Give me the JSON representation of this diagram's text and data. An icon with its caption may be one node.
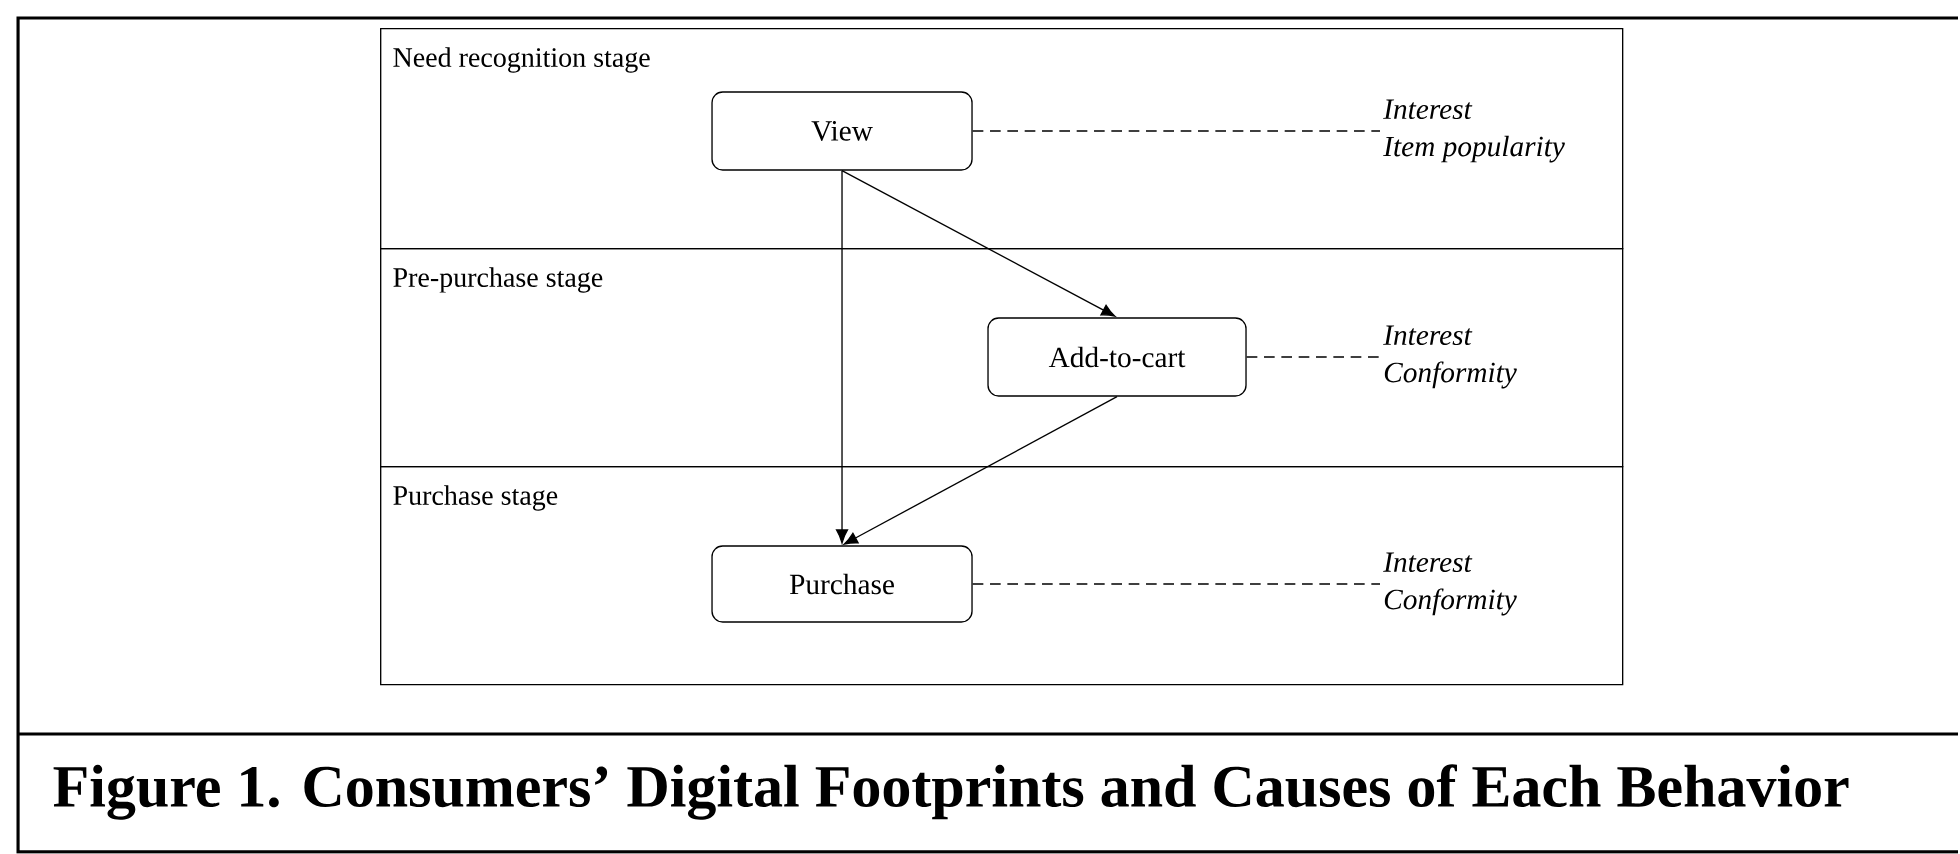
{
  "diagram": {
    "caption": "Figure 1.  Consumers’ Digital Footprints and Causes of Each Behavior",
    "nodes": [
      {
        "text": [
          "Need recognition stage"
        ]
      },
      {
        "text": [
          "View"
        ],
        "in": 0
      },
      {
        "text": [
          "Interest",
          "Item popularity"
        ],
        "in": 0
      },
      {
        "text": [
          "Pre-purchase stage"
        ]
      },
      {
        "text": [
          "Add-to-cart"
        ],
        "in": 3
      },
      {
        "text": [
          "Interest",
          "Conformity"
        ],
        "in": 3
      },
      {
        "text": [
          "Purchase stage"
        ]
      },
      {
        "text": [
          "Purchase"
        ],
        "in": 6
      },
      {
        "text": [
          "Interest",
          "Conformity"
        ],
        "in": 6
      }
    ],
    "edges": [
      {
        "from": 1,
        "to": 4,
        "arrow": "to"
      },
      {
        "from": 1,
        "to": 7,
        "arrow": "to"
      },
      {
        "from": 4,
        "to": 7,
        "arrow": "to"
      },
      {
        "from": 1,
        "to": 2,
        "arrow": "none",
        "style": "dashed"
      },
      {
        "from": 4,
        "to": 5,
        "arrow": "none",
        "style": "dashed"
      },
      {
        "from": 7,
        "to": 8,
        "arrow": "none",
        "style": "dashed"
      }
    ]
  }
}
